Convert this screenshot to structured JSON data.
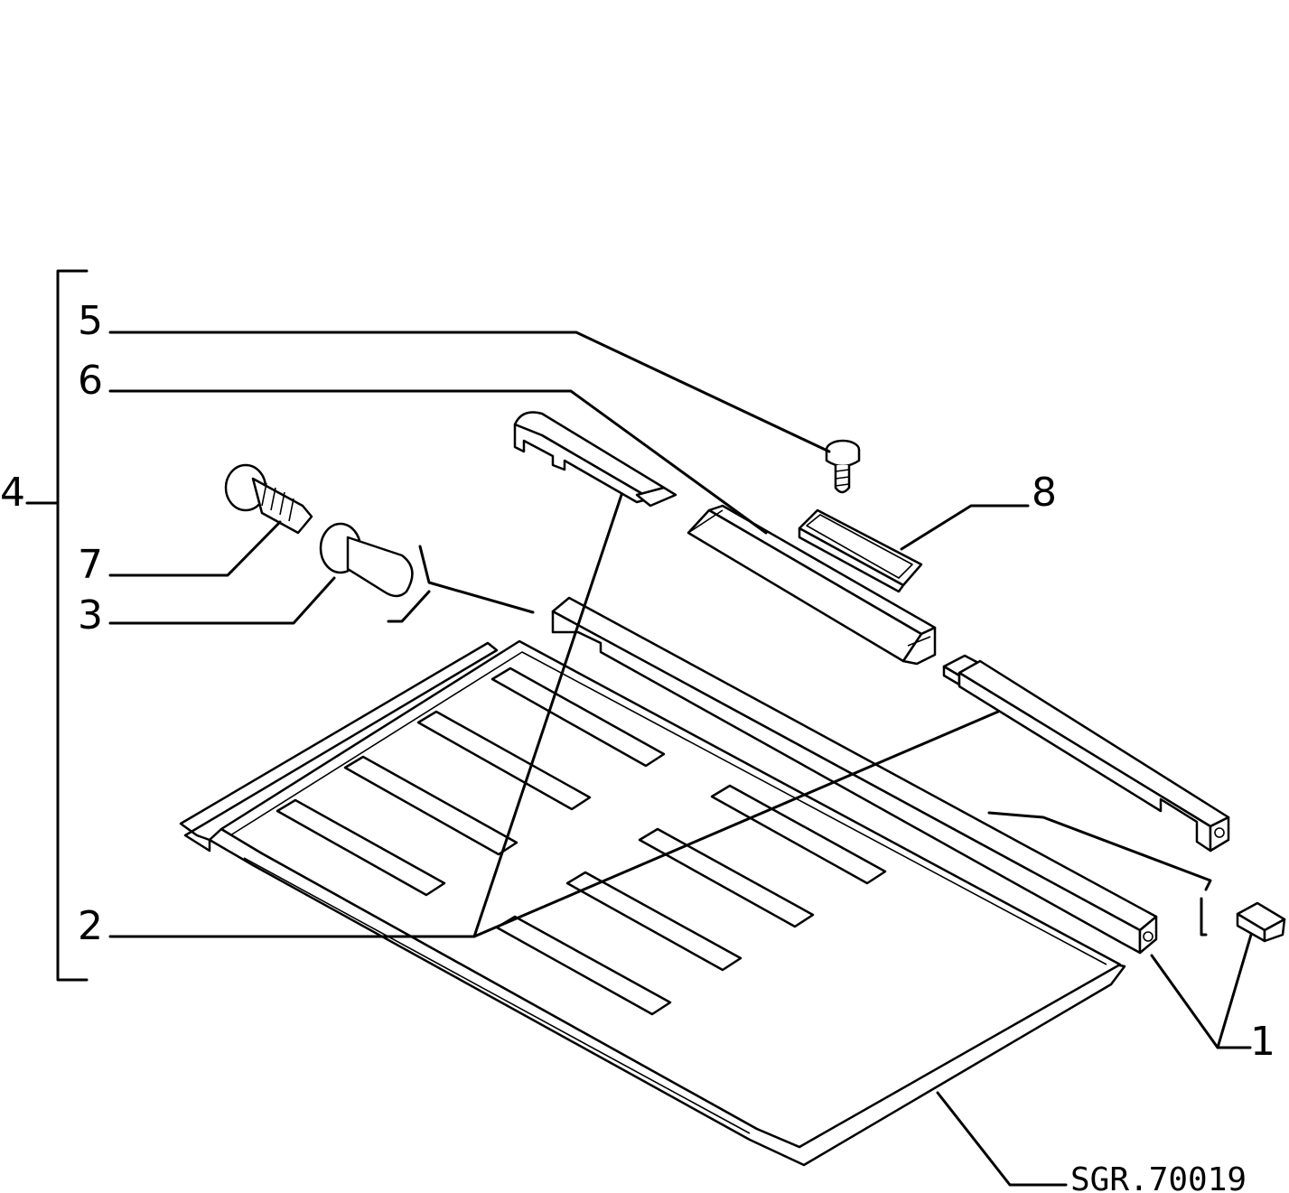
{
  "labels": {
    "l1": "1",
    "l2": "2",
    "l3": "3",
    "l4": "4",
    "l5": "5",
    "l6": "6",
    "l7": "7",
    "l8": "8"
  },
  "reference": "SGR.70019"
}
